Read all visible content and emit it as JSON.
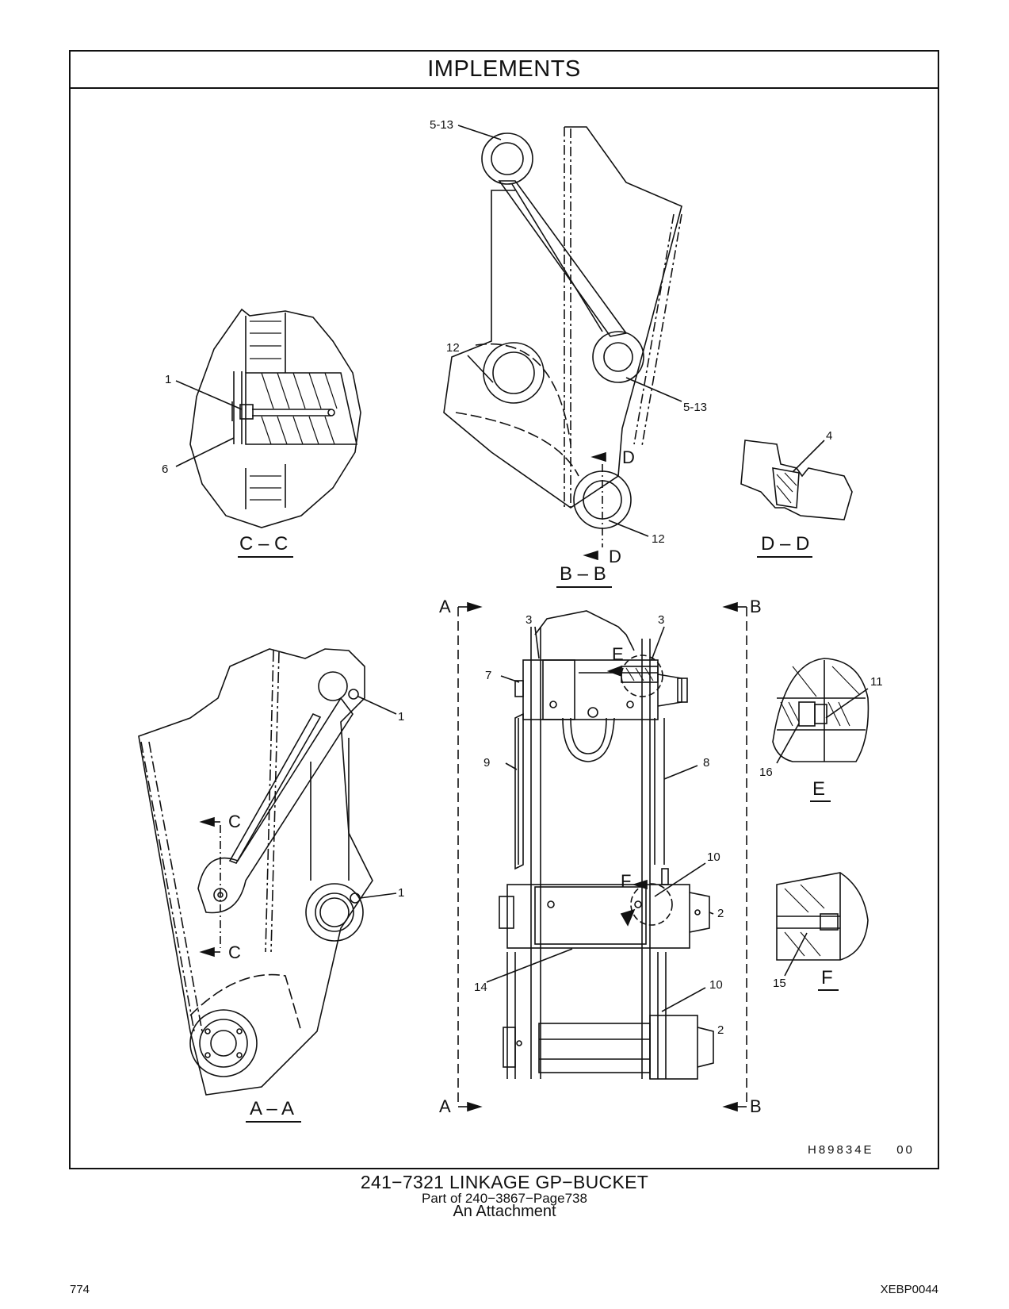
{
  "header": {
    "title": "IMPLEMENTS"
  },
  "views": {
    "cc": "C – C",
    "bb": "B – B",
    "dd": "D – D",
    "aa": "A – A",
    "e": "E",
    "f": "F"
  },
  "callouts": {
    "c1": "5-13",
    "c2": "5-13",
    "c3": "12",
    "c4": "12",
    "c5": "1",
    "c6": "6",
    "c7": "4",
    "c8": "3",
    "c9": "3",
    "c10": "7",
    "c11": "9",
    "c12": "8",
    "c13": "11",
    "c14": "16",
    "c15": "10",
    "c16": "2",
    "c17": "14",
    "c18": "10",
    "c19": "2",
    "c20": "15",
    "c21": "1",
    "c22": "1"
  },
  "section_marks": {
    "a_top": "A",
    "a_bot": "A",
    "b_top": "B",
    "b_bot": "B",
    "c_top": "C",
    "c_bot": "C",
    "d_top": "D",
    "d_bot": "D",
    "e_mark": "E",
    "f_mark": "F"
  },
  "illustration_id": "H89834E    00",
  "footer": {
    "title": "241−7321   LINKAGE  GP−BUCKET",
    "part_of": "Part of 240−3867−Page738",
    "attachment": "An Attachment",
    "page_number": "774",
    "doc_id": "XEBP0044"
  }
}
